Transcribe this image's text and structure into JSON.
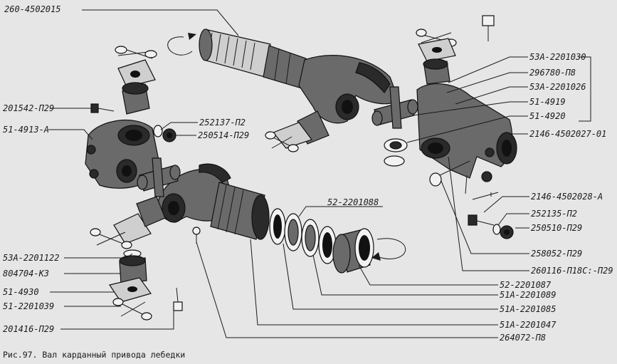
{
  "labels": {
    "shaft_assembly": "260-4502015",
    "l_201542": "201542-П29",
    "l_51_4913": "51-4913-А",
    "l_252137": "252137-П2",
    "l_250514": "250514-П29",
    "l_52_2201088": "52-2201088",
    "l_53a_2201122": "53А-2201122",
    "l_804704": "804704-К3",
    "l_51_4930": "51-4930",
    "l_51_2201039": "51-2201039",
    "l_201416": "201416-П29",
    "r_53a_2201030": "53А-2201030",
    "r_296780": "296780-П8",
    "r_53a_2201026": "53А-2201026",
    "r_51_4919": "51-4919",
    "r_51_4920": "51-4920",
    "r_2146_4502027": "2146-4502027-01",
    "r_2146_4502028": "2146-4502028-А",
    "r_252135": "252135-П2",
    "r_250510": "250510-П29",
    "r_258052": "258052-П29",
    "r_260116": "260116-П18С:-П29",
    "b_52_2201087": "52-2201087",
    "b_51a_2201089": "51А-2201089",
    "b_51a_2201085": "51А-2201085",
    "b_51a_2201047": "51А-2201047",
    "b_264072": "264072-П8"
  },
  "caption": "Рис.97. Вал карданный привода лебедки"
}
